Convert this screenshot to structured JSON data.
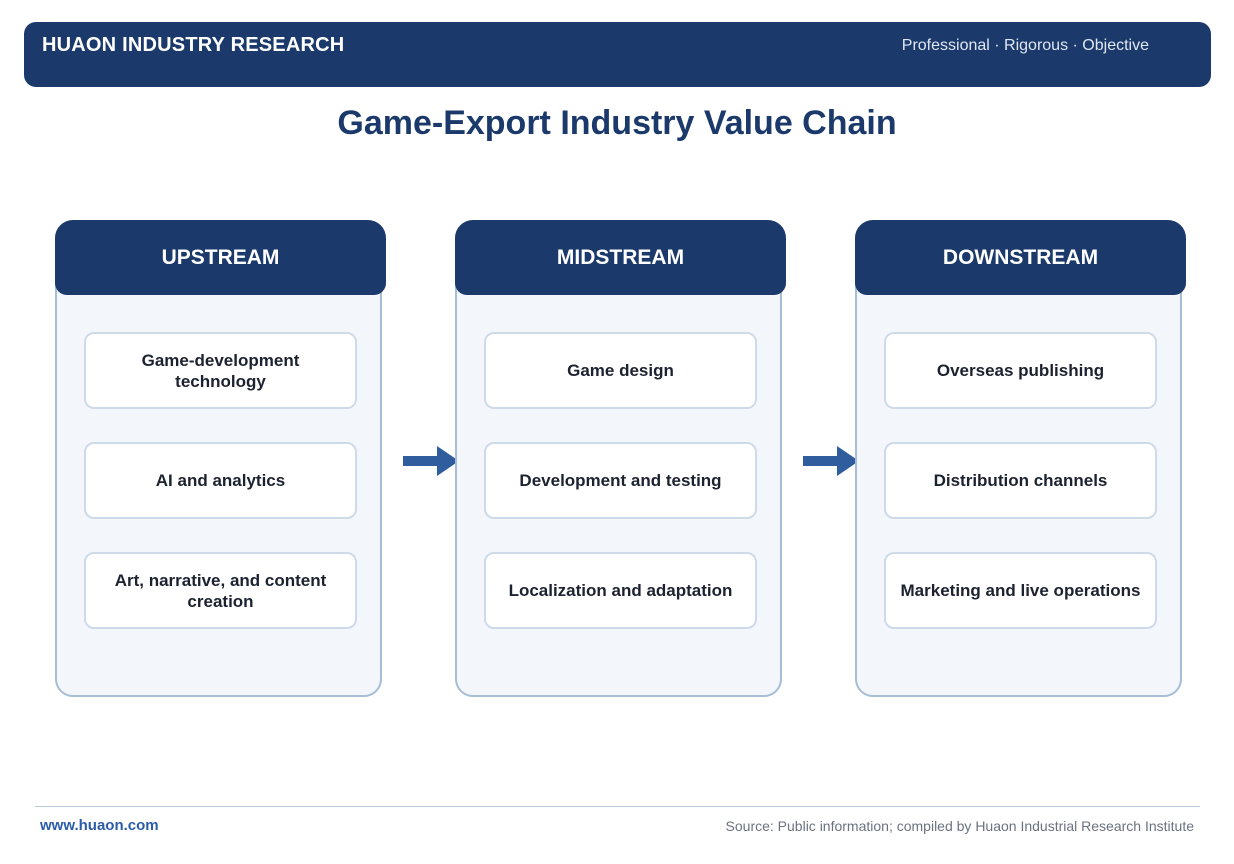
{
  "header": {
    "brand": "HUAON INDUSTRY RESEARCH",
    "tagline": "Professional · Rigorous · Objective"
  },
  "title": "Game-Export Industry Value Chain",
  "columns": [
    {
      "label": "UPSTREAM",
      "items": [
        "Game-development technology",
        "AI and analytics",
        "Art, narrative, and content creation"
      ]
    },
    {
      "label": "MIDSTREAM",
      "items": [
        "Game design",
        "Development and testing",
        "Localization and adaptation"
      ]
    },
    {
      "label": "DOWNSTREAM",
      "items": [
        "Overseas publishing",
        "Distribution channels",
        "Marketing and live operations"
      ]
    }
  ],
  "footer": {
    "website": "www.huaon.com",
    "source": "Source: Public information; compiled by Huaon Industrial Research Institute"
  },
  "colors": {
    "primary": "#1b3a6b",
    "arrow": "#2f5d9e",
    "panel_bg": "#f3f7fc",
    "panel_border": "#a8bdd6"
  }
}
